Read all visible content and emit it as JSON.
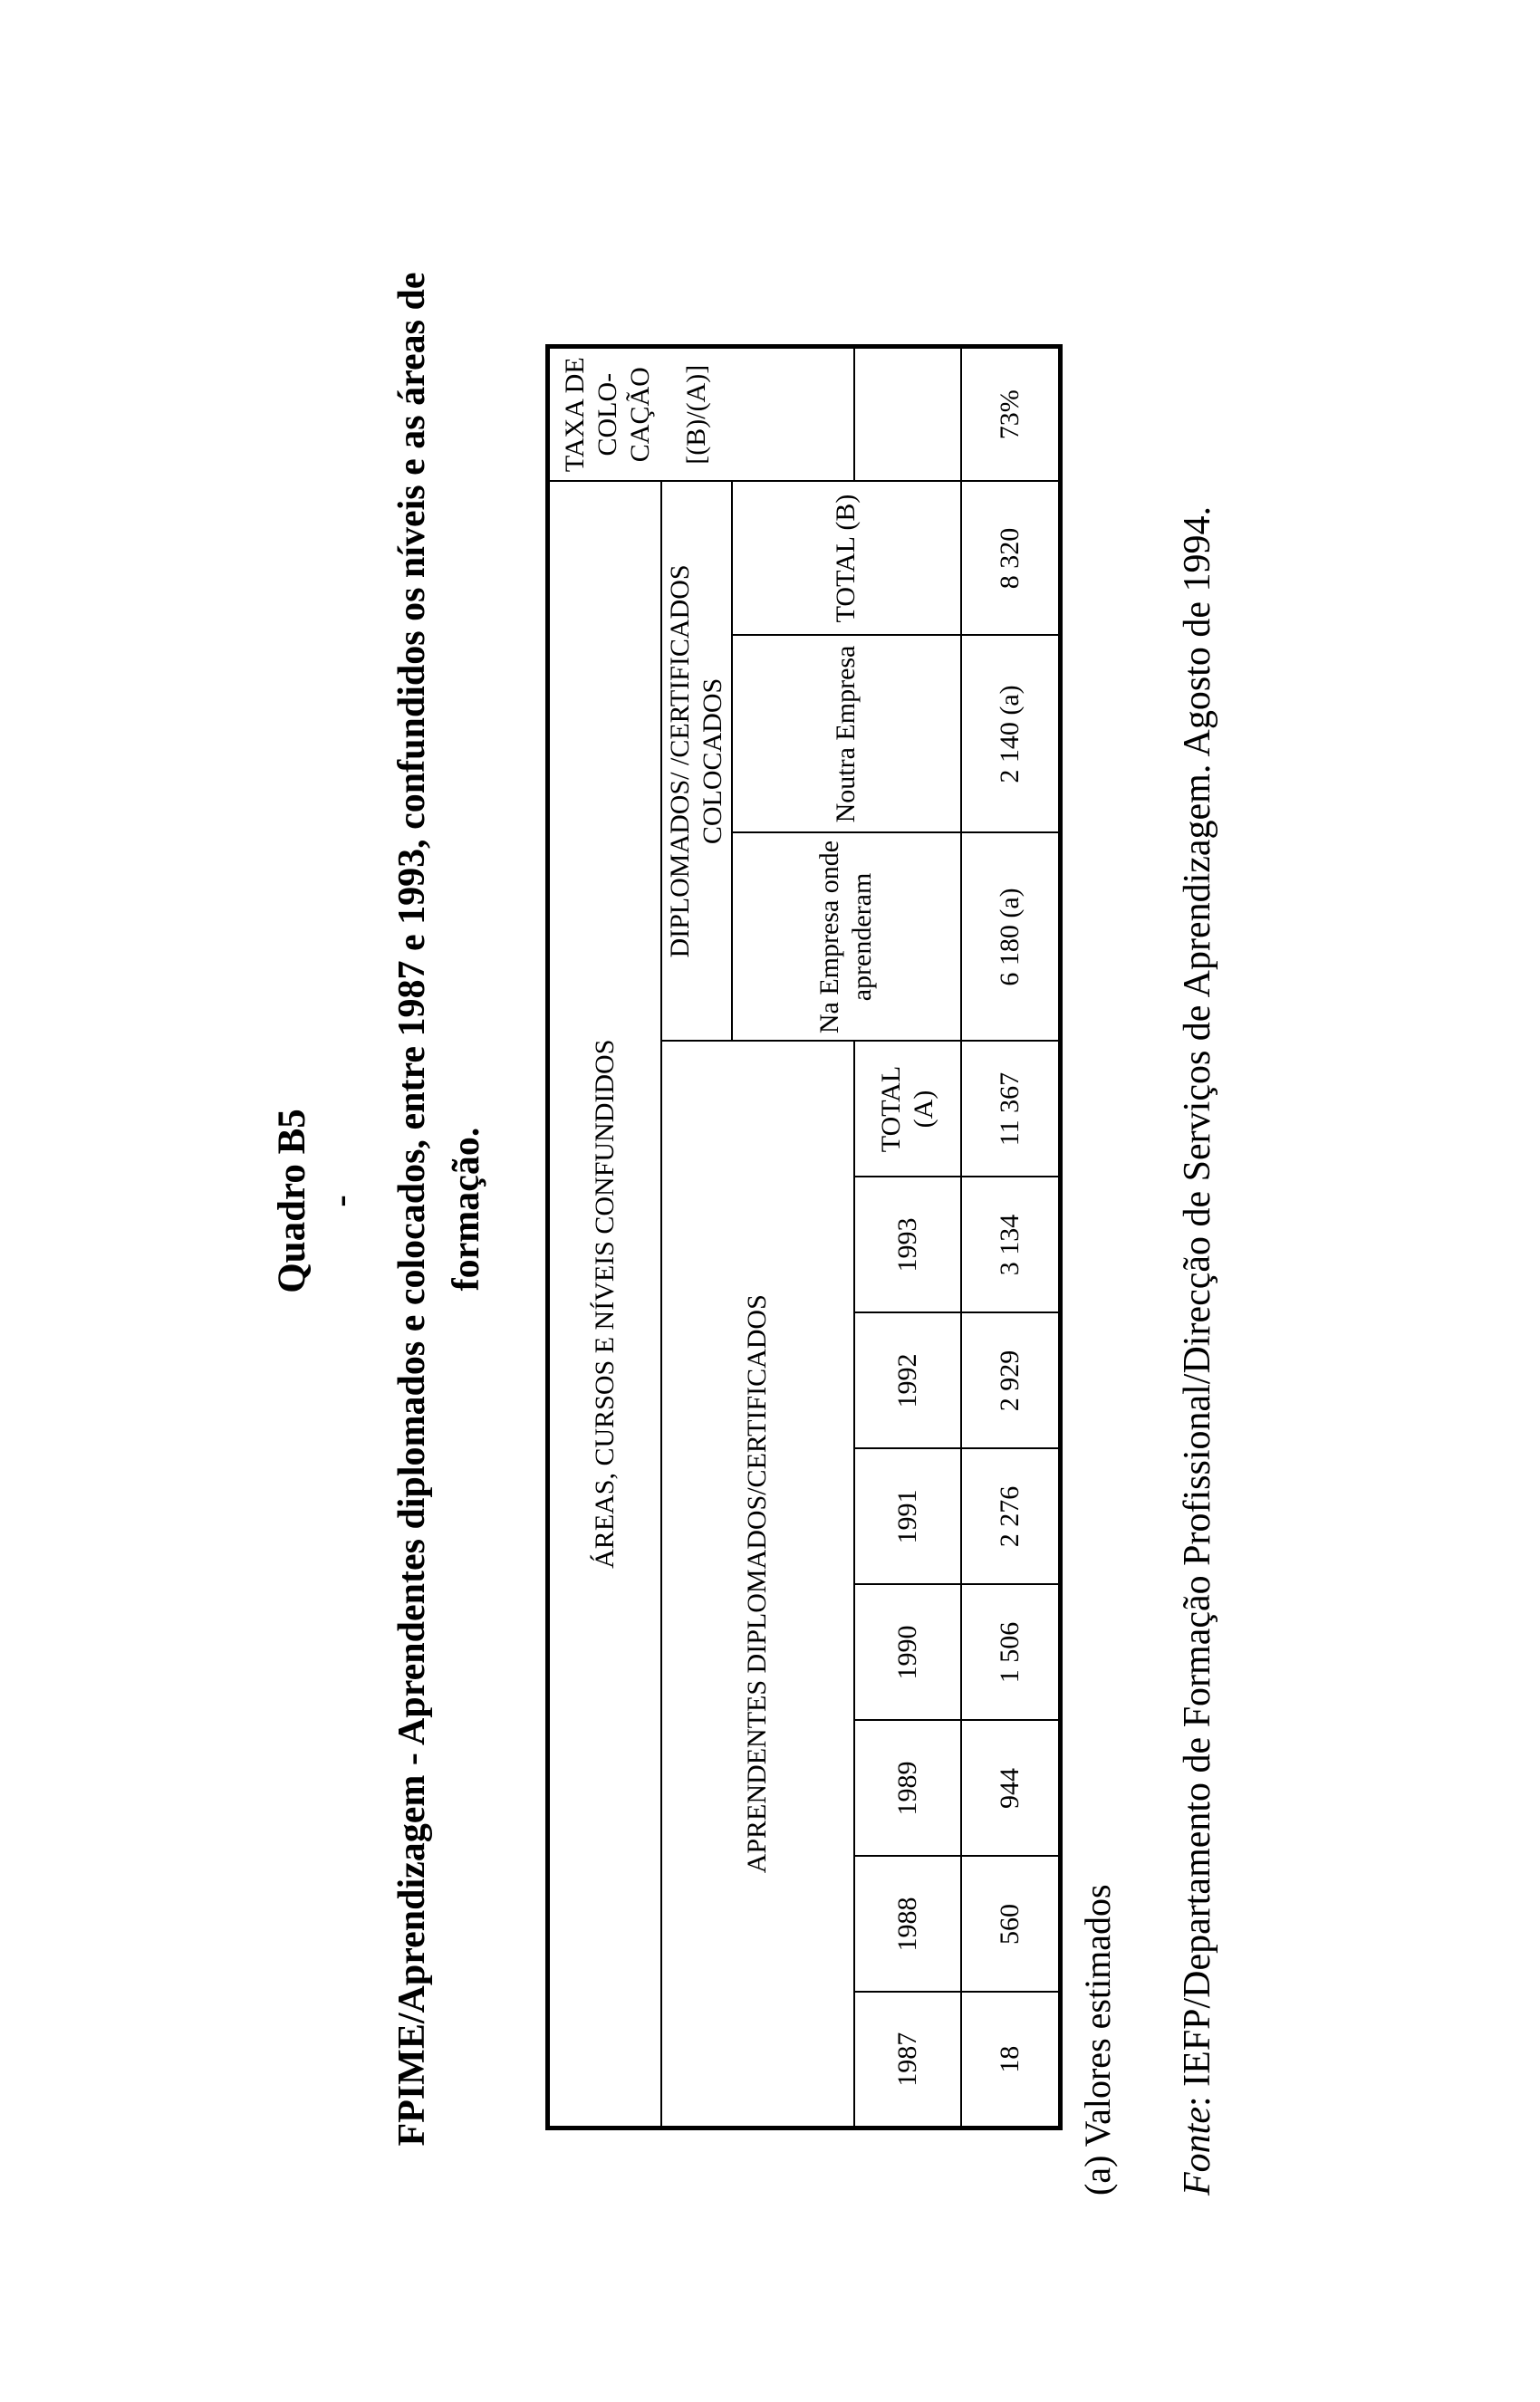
{
  "document": {
    "quadro_title": "Quadro B5",
    "dash": "-",
    "heading": "FPIME/Aprendizagem - Aprendentes diplomados e colocados, entre 1987 e 1993, confundidos os níveis e as áreas de formação.",
    "note": "(a)  Valores estimados",
    "source_label": "Fonte",
    "source_text": ": IEFP/Departamento de Formação Profissional/Direcção de Serviços de Aprendizagem. Agosto de 1994."
  },
  "table": {
    "top_header": "ÁREAS, CURSOS E NÍVEIS CONFUNDIDOS",
    "group_aprendentes": "APRENDENTES DIPLOMADOS/CERTIFICADOS",
    "group_colocados": "DIPLOMADOS/ /CERTIFICADOS COLOCADOS",
    "taxa_header": "TAXA DE COLO- CAÇÃO",
    "taxa_formula": "[(B)/(A)]",
    "years": [
      "1987",
      "1988",
      "1989",
      "1990",
      "1991",
      "1992",
      "1993"
    ],
    "total_a_header": "TOTAL (A)",
    "na_empresa_header": "Na Empresa onde aprenderam",
    "noutra_empresa_header": "Noutra Empresa",
    "total_b_header": "TOTAL (B)",
    "values": {
      "y1987": "18",
      "y1988": "560",
      "y1989": "944",
      "y1990": "1 506",
      "y1991": "2 276",
      "y1992": "2 929",
      "y1993": "3 134",
      "total_a": "11 367",
      "na_empresa": "6 180 (a)",
      "noutra_empresa": "2 140 (a)",
      "total_b": "8 320",
      "taxa": "73%"
    }
  }
}
